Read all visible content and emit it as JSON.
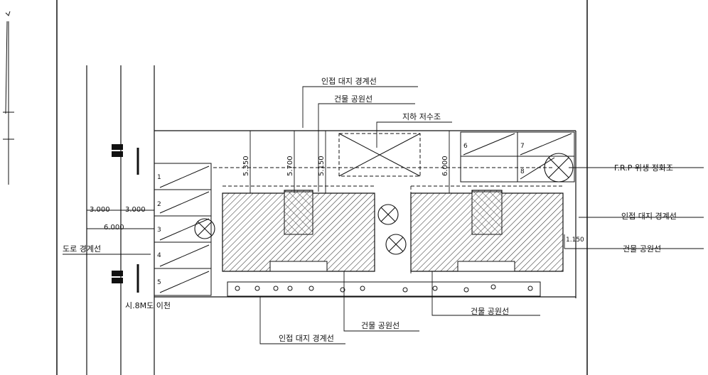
{
  "labels": {
    "adjacent_boundary_top": "인접 대지 경계선",
    "building_line_top": "건물 공원선",
    "underground_tank": "지하 저수조",
    "frp_tank": "F.R.P 위생 정화조",
    "adjacent_boundary_right": "인접 대지 경계선",
    "building_line_right": "건물 공원선",
    "road_boundary": "도로 경계선",
    "road_width": "시.8M도 이천",
    "building_line_bottom_mid": "건물 공원선",
    "building_line_bottom_right": "건물 공원선",
    "adjacent_boundary_bottom": "인접 대지 경계선"
  },
  "dimensions": {
    "d1": "3.000",
    "d2": "3.000",
    "d3": "6.000",
    "v1": "5.350",
    "v2": "5.700",
    "v3": "5.150",
    "v4": "6.000",
    "v5": "1.150"
  },
  "parking_numbers": [
    "1",
    "2",
    "3",
    "4",
    "5"
  ],
  "right_parking_numbers": [
    "6",
    "7",
    "8"
  ]
}
